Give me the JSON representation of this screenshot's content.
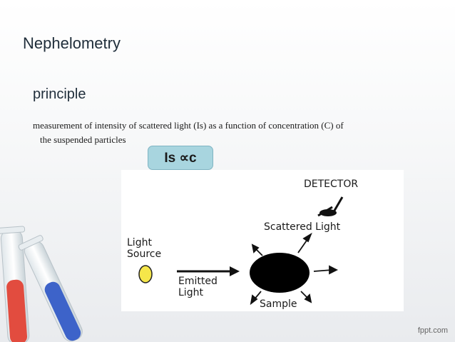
{
  "slide": {
    "title": "Nephelometry",
    "subtitle": "principle",
    "body_line1": "measurement of intensity of scattered light (Is) as a function of concentration (C) of",
    "body_line2": "the suspended particles",
    "formula": "Is ∝c",
    "footer": "fppt.com"
  },
  "diagram": {
    "detector_label": "DETECTOR",
    "scattered_label": "Scattered Light",
    "light_label_1": "Light",
    "light_label_2": "Source",
    "emitted_label_1": "Emitted",
    "emitted_label_2": "Light",
    "sample_label": "Sample"
  }
}
